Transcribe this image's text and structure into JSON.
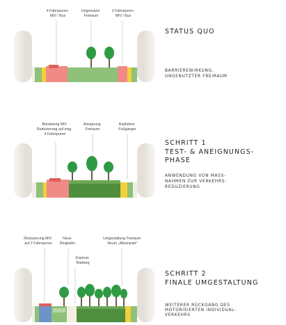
{
  "colors": {
    "building": "#e4e0d9",
    "grass": "#8fc17a",
    "grass_dark": "#4f8e3c",
    "asphalt": "#f08a86",
    "asphalt_dark": "#e0605d",
    "yellow": "#f3cf3a",
    "tree": "#2f9a44",
    "trunk": "#6b5b4b",
    "blue": "#6f93c8",
    "path": "#f5efe2"
  },
  "phases": [
    {
      "title_lines": [
        "STATUS QUO"
      ],
      "desc_lines": [
        "BARRIEREWIRKUNG,",
        "UNGENUTZTER FREIRAUM"
      ],
      "labels": [
        {
          "lines": [
            "4 Fahrspuren",
            "MIV / Bus"
          ]
        },
        {
          "lines": [
            "Ungenutzer",
            "Freiraum"
          ]
        },
        {
          "lines": [
            "2 Fahrspuren",
            "MIV / Bus"
          ]
        }
      ]
    },
    {
      "title_lines": [
        "SCHRITT 1",
        "TEST- & ANEIGNUNGS-",
        "PHASE"
      ],
      "desc_lines": [
        "ANWENDUNG VON MASS-",
        "NAHMEN ZUR VERKEHRS-",
        "REDUZIERUNG"
      ],
      "labels": [
        {
          "lines": [
            "Bündelung MIV",
            "Reduzierung auf insg.",
            "4 Fahrspuren"
          ]
        },
        {
          "lines": [
            "Aneignung",
            "Freiraum"
          ]
        },
        {
          "lines": [
            "Radfahrer",
            "Fußgänger"
          ]
        }
      ]
    },
    {
      "title_lines": [
        "SCHRITT 2",
        "FINALE UMGESTALTUNG"
      ],
      "desc_lines": [
        "WEITERER RÜCKGANG DES",
        "MOTORISIERTEN INDIVIDUAL-",
        "VERKEHRS"
      ],
      "labels": [
        {
          "lines": [
            "Reduzierung MIV",
            "auf 2 Fahrspuren"
          ]
        },
        {
          "lines": [
            "Neue",
            "Ringbahn"
          ]
        },
        {
          "lines": [
            "Express",
            "Radweg"
          ]
        },
        {
          "lines": [
            "Umgestaltung Freiraum",
            "Neuer „Alleenpark“"
          ]
        }
      ]
    }
  ]
}
